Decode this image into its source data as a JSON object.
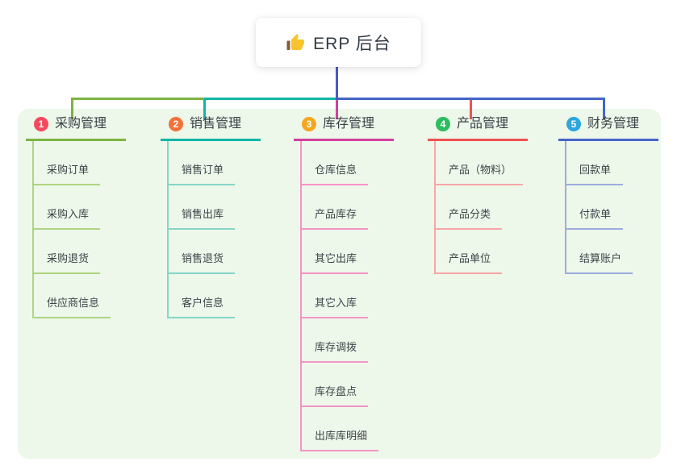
{
  "root": {
    "label": "ERP 后台",
    "icon": "thumbs-up-icon"
  },
  "connector": {
    "root_line_color": "#4c58c9"
  },
  "panel": {
    "background": "#edf7ea"
  },
  "branches": [
    {
      "index": "1",
      "title": "采购管理",
      "badge_color": "#f4495d",
      "line_color": "#7cb342",
      "soft_line_color": "#aed581",
      "items": [
        "采购订单",
        "采购入库",
        "采购退货",
        "供应商信息"
      ]
    },
    {
      "index": "2",
      "title": "销售管理",
      "badge_color": "#f3723c",
      "line_color": "#13b5a5",
      "soft_line_color": "#84d5c9",
      "items": [
        "销售订单",
        "销售出库",
        "销售退货",
        "客户信息"
      ]
    },
    {
      "index": "3",
      "title": "库存管理",
      "badge_color": "#f5a61f",
      "line_color": "#d23f9e",
      "soft_line_color": "#f494c6",
      "items": [
        "仓库信息",
        "产品库存",
        "其它出库",
        "其它入库",
        "库存调拨",
        "库存盘点",
        "出库库明细"
      ]
    },
    {
      "index": "4",
      "title": "产品管理",
      "badge_color": "#2cbd60",
      "line_color": "#f05152",
      "soft_line_color": "#f8a6a6",
      "items": [
        "产品（物料）",
        "产品分类",
        "产品单位"
      ]
    },
    {
      "index": "5",
      "title": "财务管理",
      "badge_color": "#2ca6dd",
      "line_color": "#4465c8",
      "soft_line_color": "#9cacdf",
      "items": [
        "回款单",
        "付款单",
        "结算账户"
      ]
    }
  ]
}
